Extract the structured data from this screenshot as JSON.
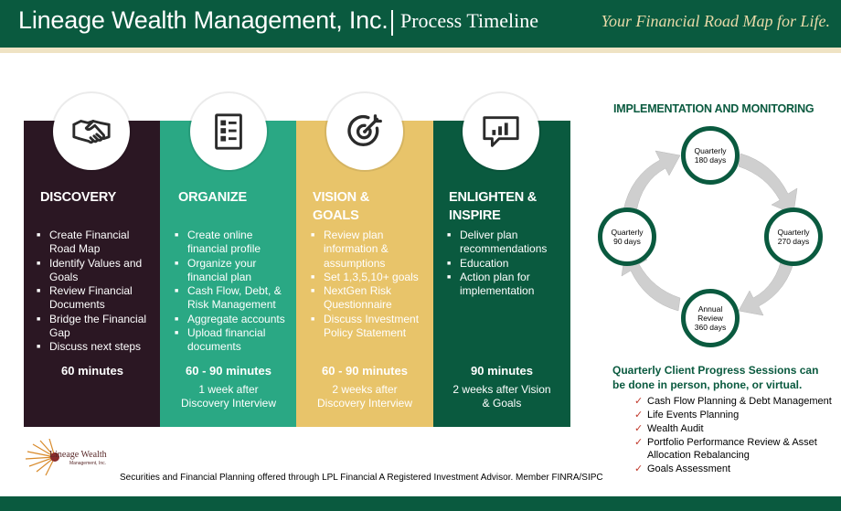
{
  "header": {
    "company": "Lineage Wealth Management, Inc.",
    "title": "Process Timeline",
    "tagline": "Your Financial Road Map for Life."
  },
  "columns": [
    {
      "title": "DISCOVERY",
      "icon": "handshake-icon",
      "color": "#2b1723",
      "items": [
        "Create Financial Road Map",
        "Identify Values and Goals",
        "Review Financial Documents",
        "Bridge the Financial Gap",
        "Discuss next steps"
      ],
      "duration": "60 minutes",
      "timing": ""
    },
    {
      "title": "ORGANIZE",
      "icon": "document-icon",
      "color": "#2aa884",
      "items": [
        "Create online financial profile",
        "Organize your financial plan",
        "Cash Flow, Debt, & Risk Management",
        "Aggregate accounts",
        "Upload financial documents"
      ],
      "duration": "60 - 90 minutes",
      "timing": "1 week after Discovery Interview"
    },
    {
      "title": "VISION & GOALS",
      "icon": "target-icon",
      "color": "#e8c46a",
      "items": [
        "Review plan information & assumptions",
        "Set 1,3,5,10+ goals",
        "NextGen Risk Questionnaire",
        "Discuss Investment Policy Statement"
      ],
      "duration": "60 - 90 minutes",
      "timing": "2 weeks after Discovery Interview"
    },
    {
      "title": "ENLIGHTEN & INSPIRE",
      "icon": "presentation-chart-icon",
      "color": "#0a5a3f",
      "items": [
        "Deliver plan recommendations",
        "Education",
        "Action plan for implementation"
      ],
      "duration": "90 minutes",
      "timing": "2 weeks after Vision & Goals"
    }
  ],
  "implementation": {
    "title": "IMPLEMENTATION AND MONITORING",
    "nodes": [
      {
        "line1": "Quarterly",
        "line2": "180 days"
      },
      {
        "line1": "Quarterly",
        "line2": "270 days"
      },
      {
        "line1": "Annual Review",
        "line2": "360 days"
      },
      {
        "line1": "Quarterly",
        "line2": "90 days"
      }
    ],
    "sessions": "Quarterly Client Progress Sessions can be done in person, phone, or virtual.",
    "checklist": [
      "Cash Flow Planning & Debt Management",
      "Life Events Planning",
      "Wealth Audit",
      "Portfolio Performance Review & Asset Allocation Rebalancing",
      "Goals Assessment"
    ]
  },
  "footer": {
    "logo_name": "Lineage Wealth",
    "logo_sub": "Management, Inc.",
    "disclaimer": "Securities and Financial Planning offered through LPL Financial A Registered Investment Advisor. Member FINRA/SIPC"
  }
}
